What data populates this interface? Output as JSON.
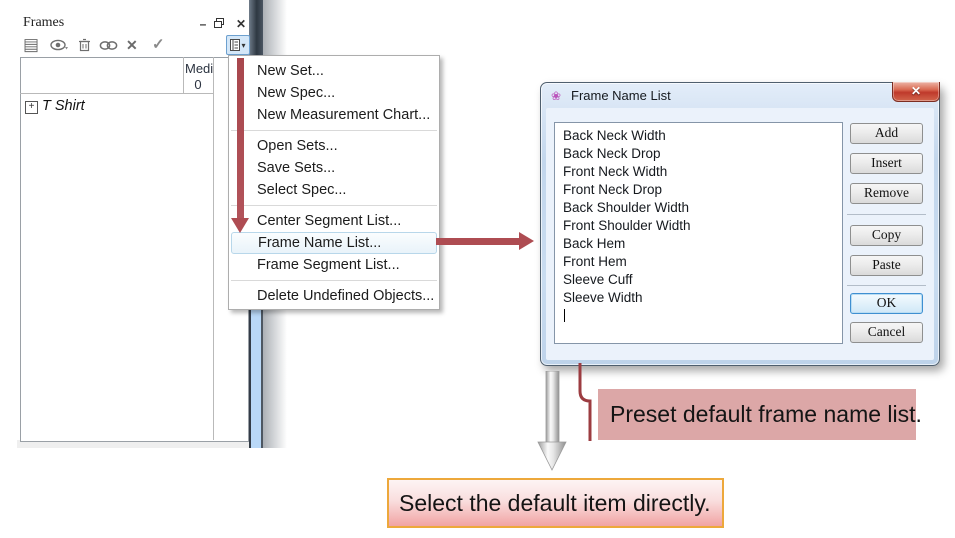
{
  "panel": {
    "title": "Frames",
    "window_controls": {
      "minimize_glyph": "–",
      "close_glyph": "✕"
    },
    "toolbar": {
      "spec_glyph": "▤",
      "x_glyph": "✕",
      "check_glyph": "✓",
      "caret_glyph": "▾"
    },
    "grid": {
      "column_header": "Medium",
      "column_value": "0"
    },
    "tree": {
      "expand_glyph": "+",
      "label": "T Shirt"
    }
  },
  "menu": {
    "items": [
      {
        "label": "New Set..."
      },
      {
        "label": "New Spec..."
      },
      {
        "label": "New Measurement Chart..."
      },
      {
        "label": "Open Sets..."
      },
      {
        "label": "Save Sets..."
      },
      {
        "label": "Select Spec..."
      },
      {
        "label": "Center Segment List..."
      },
      {
        "label": "Frame Name List...",
        "highlighted": true
      },
      {
        "label": "Frame Segment List..."
      },
      {
        "label": "Delete Undefined Objects..."
      }
    ]
  },
  "dialog": {
    "title": "Frame Name List",
    "icon_glyph": "❀",
    "close_glyph": "✕",
    "list_items": [
      "Back Neck Width",
      "Back Neck Drop",
      "Front Neck Width",
      "Front Neck Drop",
      "Back Shoulder Width",
      "Front Shoulder Width",
      "Back Hem",
      "Front Hem",
      "Sleeve Cuff",
      "Sleeve Width"
    ],
    "buttons": {
      "add": "Add",
      "insert": "Insert",
      "remove": "Remove",
      "copy": "Copy",
      "paste": "Paste",
      "ok": "OK",
      "cancel": "Cancel"
    }
  },
  "callouts": {
    "preset": "Preset default frame name list.",
    "select": "Select the default item directly."
  },
  "colors": {
    "arrow_red": "#ae4c52",
    "bracket_red": "#9c3c41",
    "pink_callout_bg": "#dca7a7",
    "yellow_callout_border": "#eda83b",
    "menu_highlight_border": "#b8d7ea",
    "aero_frame": "#c9dcf0",
    "dialog_client_bg": "#ebf2fb",
    "window_strip_blue": "#b9d8f7"
  }
}
